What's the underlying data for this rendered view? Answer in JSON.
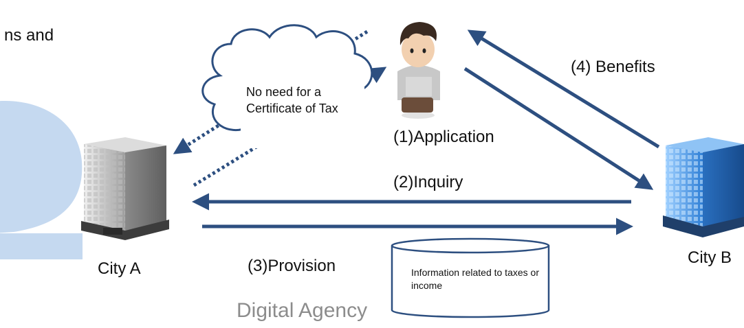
{
  "header": {
    "title_fragment": "ns and"
  },
  "footer": {
    "agency": "Digital Agency"
  },
  "nodes": {
    "city_a": "City A",
    "city_b": "City B",
    "resident": ""
  },
  "cloud": {
    "text": "No need for a Certificate of Tax"
  },
  "steps": {
    "application": "(1)Application",
    "inquiry": "(2)Inquiry",
    "provision": "(3)Provision",
    "benefits": "(4) Benefits"
  },
  "database": {
    "text": "Information related to taxes or income"
  },
  "colors": {
    "arrow": "#2d4f80",
    "watermark": "#c5d9f0",
    "agency": "#8c8c8c"
  }
}
